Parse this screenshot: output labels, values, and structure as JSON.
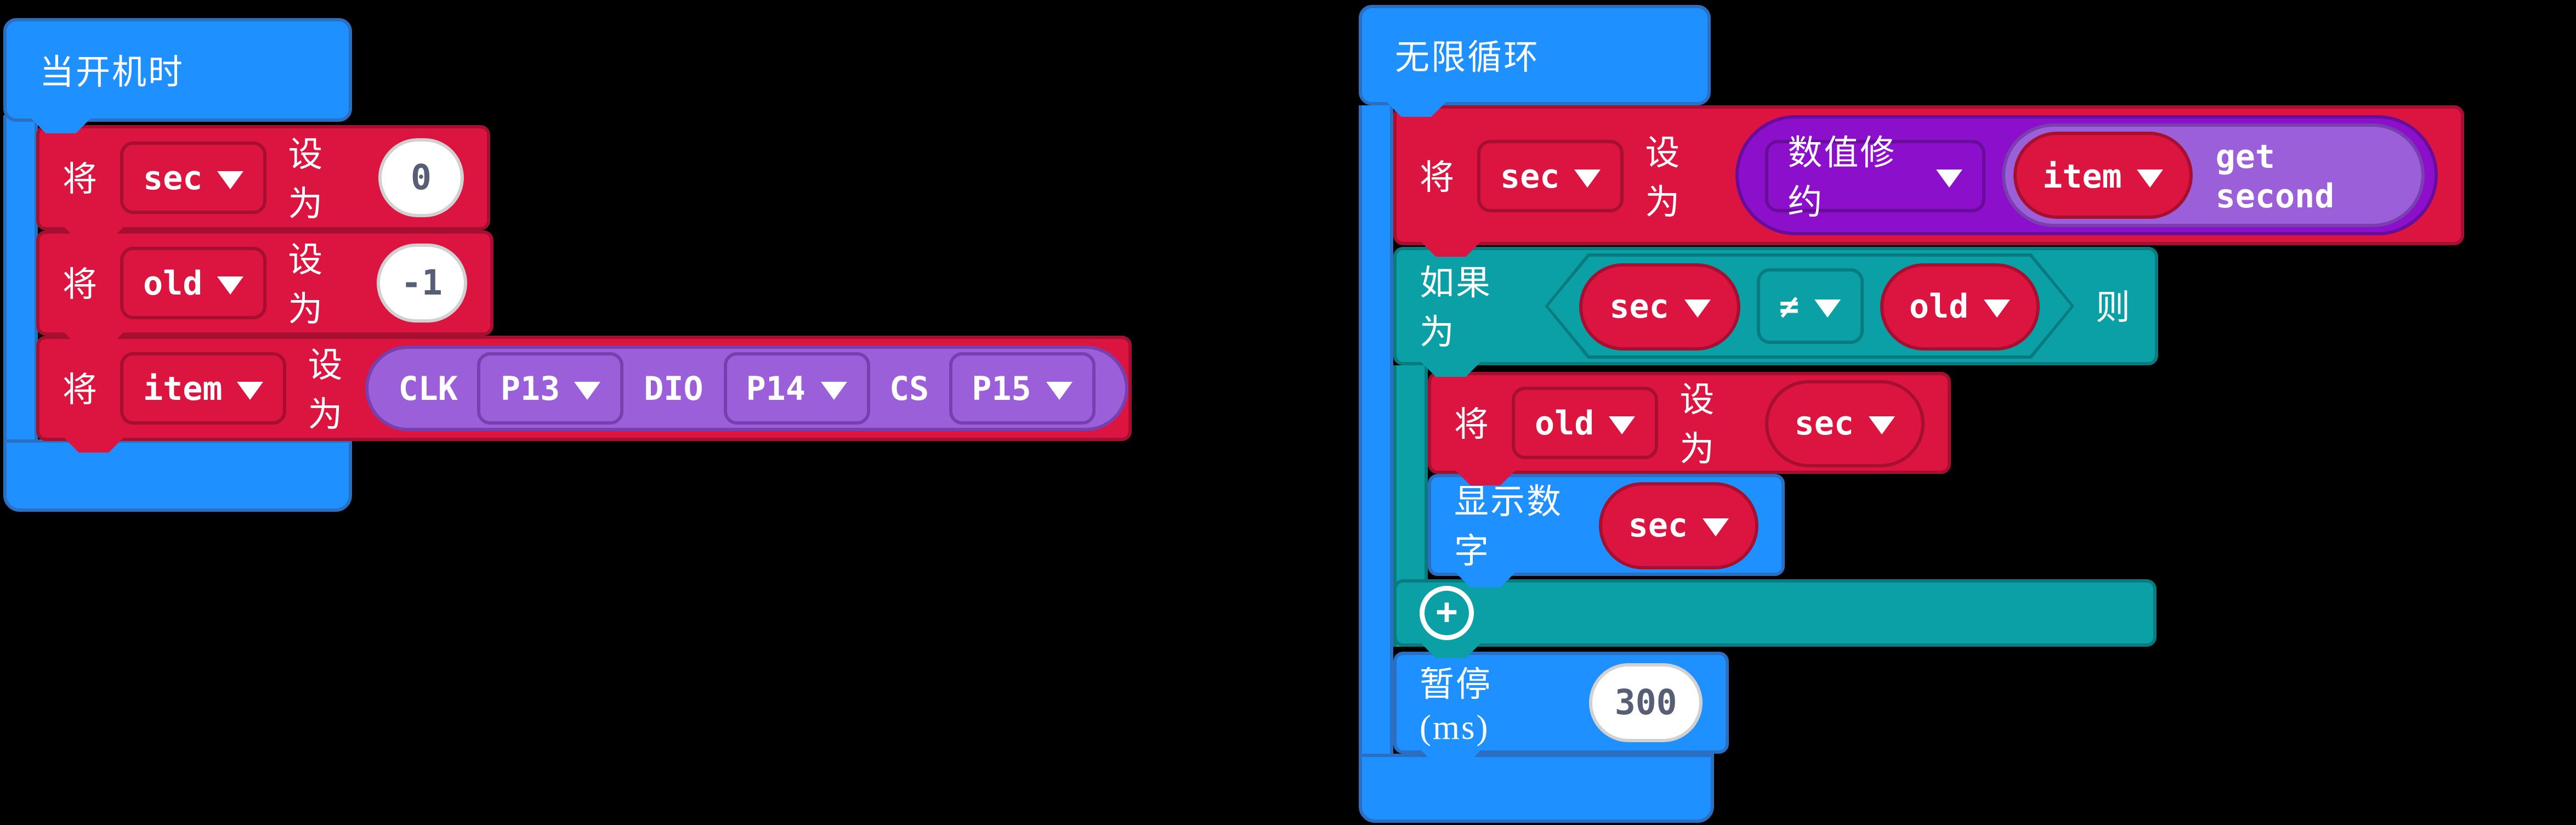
{
  "colors": {
    "basic_blue": "#1E90FF",
    "variables_red": "#DB1440",
    "logic_teal": "#0AA0A6",
    "math_purple": "#8C10CB",
    "extension_purple": "#9B5FD9",
    "field_text": "#575E75",
    "canvas": "#000000"
  },
  "on_start": {
    "title": "当开机时",
    "set_keyword": "将",
    "to_keyword": "设为",
    "rows": [
      {
        "variable": "sec",
        "value": "0"
      },
      {
        "variable": "old",
        "value": "-1"
      },
      {
        "variable": "item"
      }
    ],
    "tm1637": {
      "clk_label": "CLK",
      "clk_pin": "P13",
      "dio_label": "DIO",
      "dio_pin": "P14",
      "cs_label": "CS",
      "cs_pin": "P15"
    }
  },
  "forever": {
    "title": "无限循环",
    "set_keyword": "将",
    "to_keyword": "设为",
    "set_sec": {
      "variable": "sec",
      "round_label": "数值修约",
      "rtc_variable": "item",
      "rtc_method": "get second"
    },
    "if_block": {
      "if_keyword": "如果为",
      "then_keyword": "则",
      "left": "sec",
      "operator": "≠",
      "right": "old",
      "expand_icon": "+"
    },
    "set_old": {
      "variable": "old",
      "value_variable": "sec"
    },
    "show_number": {
      "label": "显示数字",
      "variable": "sec"
    },
    "pause": {
      "label": "暂停 (ms)",
      "value": "300"
    }
  }
}
